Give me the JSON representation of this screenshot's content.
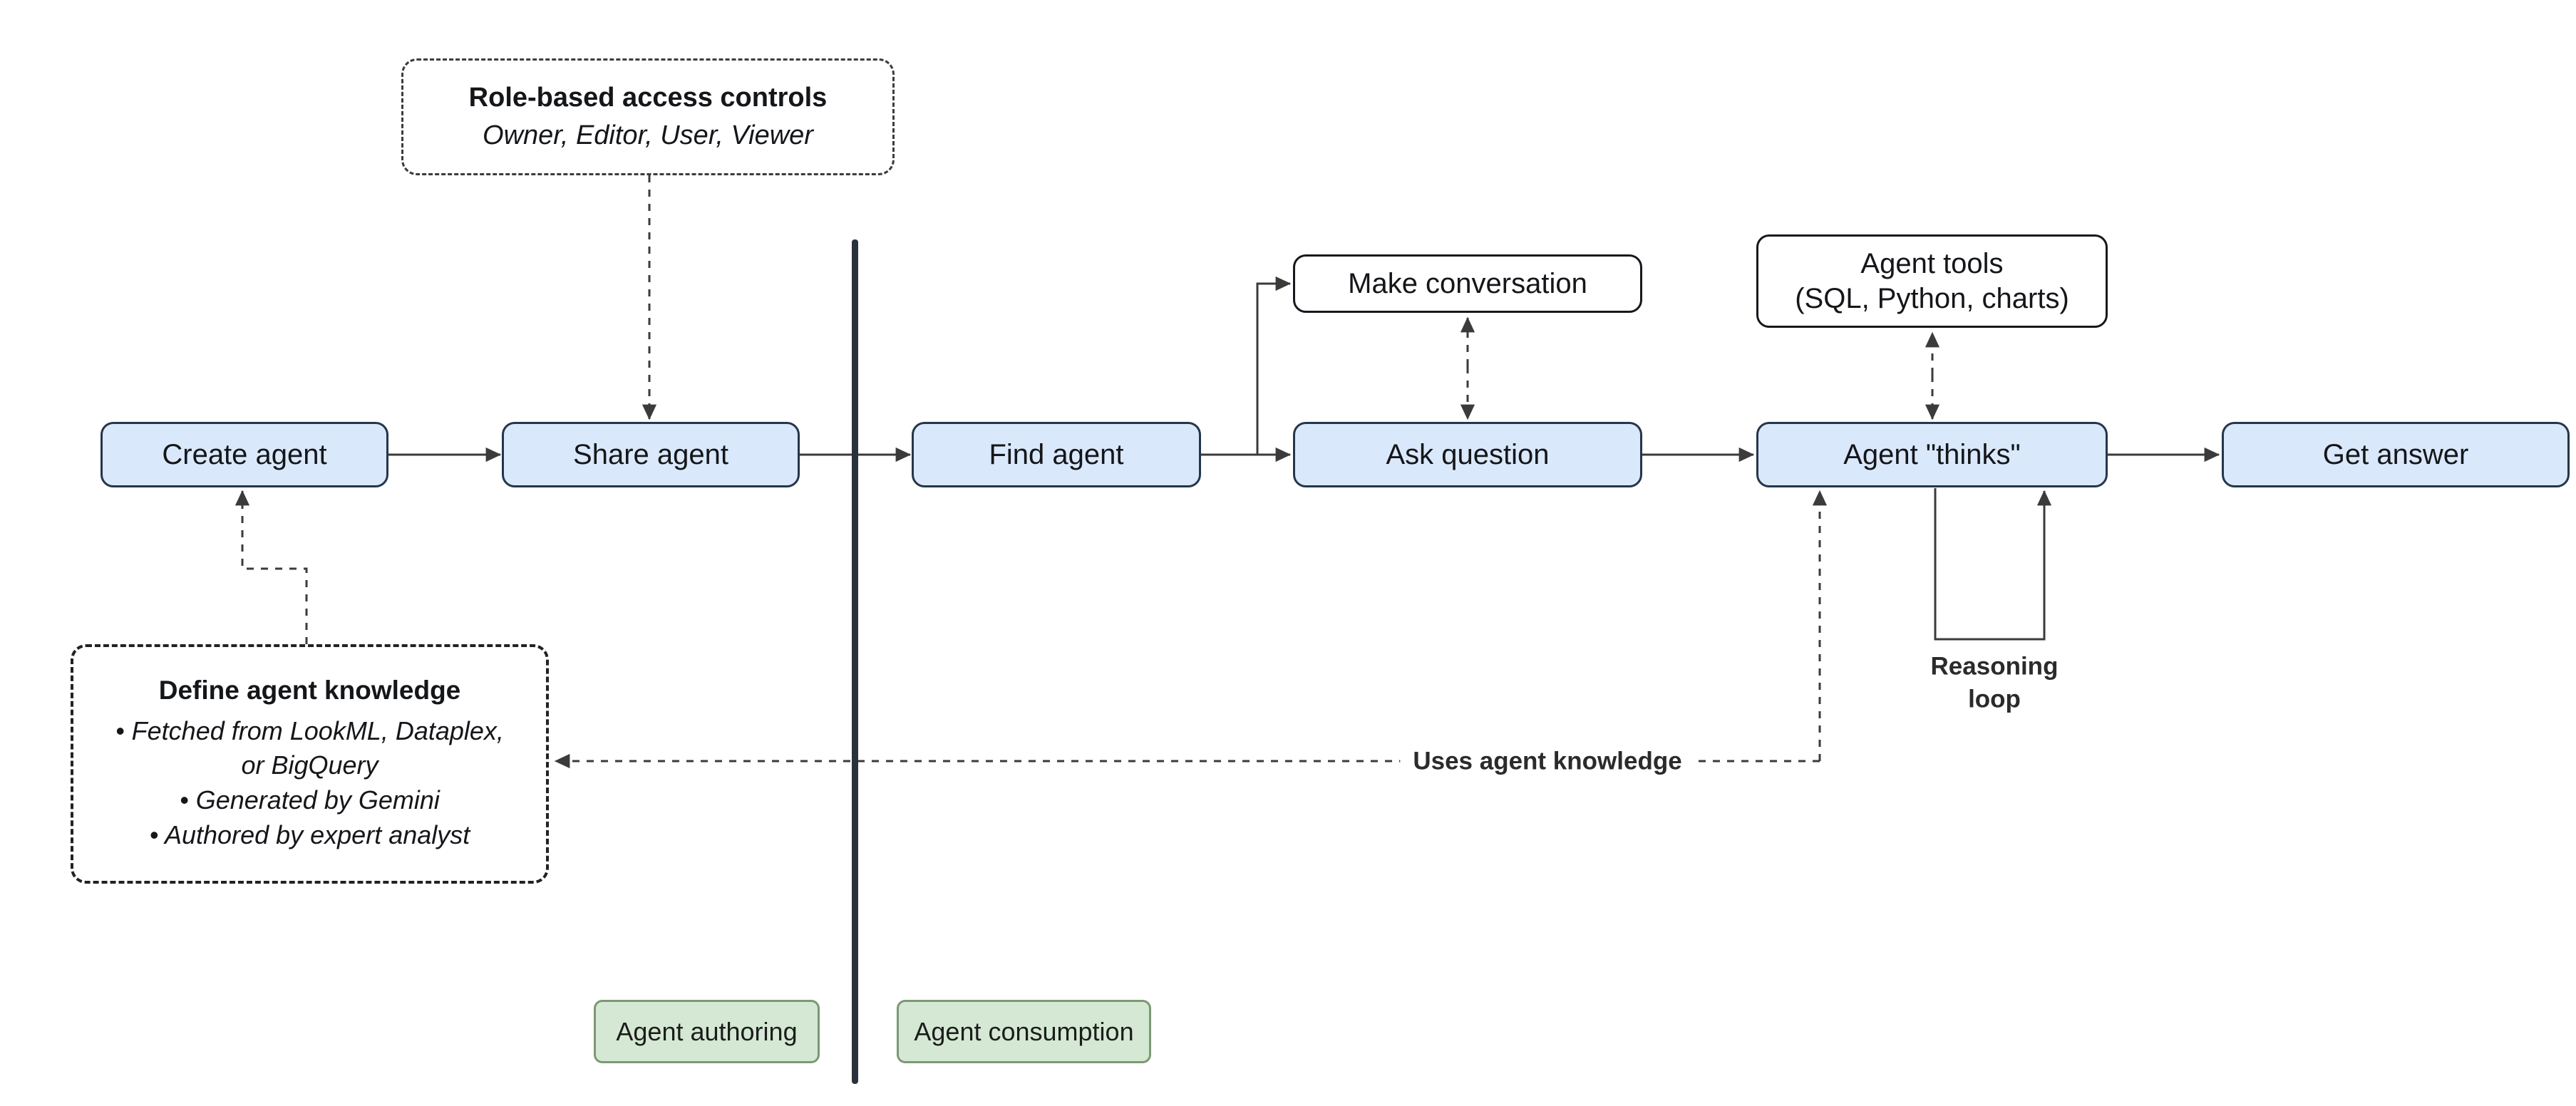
{
  "diagram": {
    "nodes": {
      "create_agent": "Create agent",
      "share_agent": "Share agent",
      "find_agent": "Find agent",
      "make_conversation": "Make conversation",
      "ask_question": "Ask question",
      "agent_tools_line1": "Agent tools",
      "agent_tools_line2": "(SQL, Python, charts)",
      "agent_thinks": "Agent \"thinks\"",
      "get_answer": "Get answer"
    },
    "callouts": {
      "rbac": {
        "title": "Role-based access controls",
        "subtitle": "Owner, Editor, User, Viewer"
      },
      "knowledge": {
        "title": "Define agent knowledge",
        "bullets": [
          "Fetched from LookML, Dataplex, or BigQuery",
          "Generated by Gemini",
          "Authored by expert analyst"
        ]
      }
    },
    "edge_labels": {
      "uses_knowledge": "Uses agent knowledge",
      "reasoning_loop": "Reasoning loop"
    },
    "zones": {
      "authoring": "Agent authoring",
      "consumption": "Agent consumption"
    },
    "colors": {
      "node_fill": "#dae8fc",
      "node_border": "#24364a",
      "white_node_border": "#15191d",
      "zone_fill": "#d5e8d4",
      "zone_border": "#7c9873",
      "line": "#3b3b3b",
      "divider": "#29323c"
    }
  }
}
